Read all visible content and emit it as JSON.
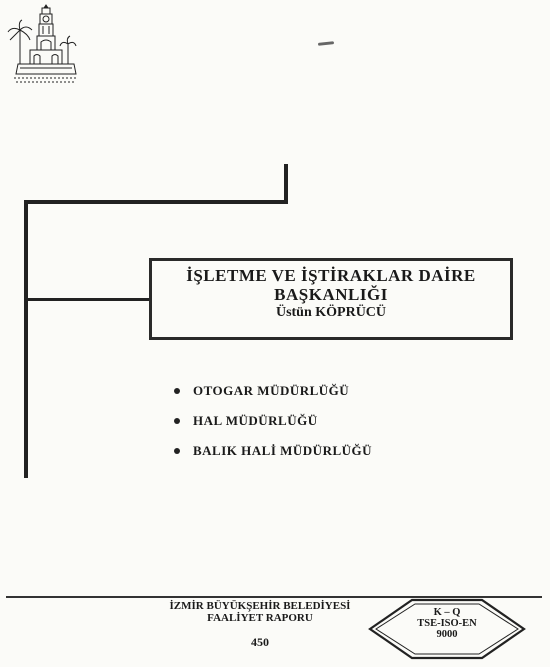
{
  "header": {
    "logo_icon": "izmir-clock-tower-icon"
  },
  "title_box": {
    "line1": "İŞLETME VE İŞTİRAKLAR DAİRE",
    "line2": "BAŞKANLIĞI",
    "name": "Üstün KÖPRÜCÜ"
  },
  "departments": [
    "OTOGAR MÜDÜRLÜĞÜ",
    "HAL MÜDÜRLÜĞÜ",
    "BALIK HALİ MÜDÜRLÜĞÜ"
  ],
  "footer": {
    "org_line1": "İZMİR BÜYÜKŞEHİR BELEDİYESİ",
    "org_line2": "FAALİYET RAPORU",
    "page_number": "450",
    "badge_line1": "K – Q",
    "badge_line2": "TSE-ISO-EN",
    "badge_line3": "9000"
  }
}
